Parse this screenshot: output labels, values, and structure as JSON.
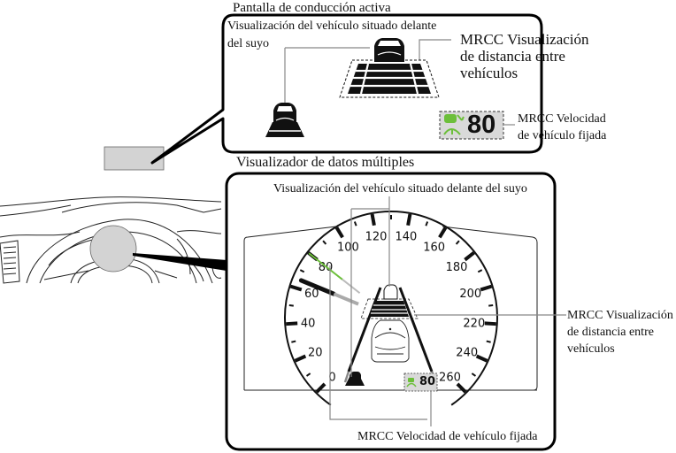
{
  "titles": {
    "active_driving_display": "Pantalla de conducción activa",
    "multi_information_display": "Visualizador de datos múltiples"
  },
  "hud_panel": {
    "vehicle_ahead_label_line1": "Visualización del vehículo situado delante",
    "vehicle_ahead_label_line2": "del suyo",
    "distance_label_line1": "MRCC Visualización",
    "distance_label_line2": "de distancia entre",
    "distance_label_line3": "vehículos",
    "set_speed_label_line1": "MRCC Velocidad",
    "set_speed_label_line2": "de vehículo fijada",
    "set_speed_value": "80",
    "set_speed_icon": "mrcc-radar-cruise-icon"
  },
  "meter_panel": {
    "vehicle_ahead_label": "Visualización del vehículo situado delante del suyo",
    "distance_label_line1": "MRCC Visualización",
    "distance_label_line2": "de distancia entre",
    "distance_label_line3": "vehículos",
    "set_speed_label": "MRCC Velocidad de vehículo fijada",
    "set_speed_value": "80",
    "speedometer_ticks": [
      "0",
      "20",
      "40",
      "60",
      "80",
      "100",
      "120",
      "140",
      "160",
      "180",
      "200",
      "220",
      "240",
      "260"
    ],
    "needle_value_kmh": 65,
    "set_speed_marker_kmh": 80
  },
  "colors": {
    "accent_green": "#6cbf3a",
    "badge_gray": "#d9d9d9",
    "callout_gray": "#d3d3d3",
    "leader_line": "#888888"
  }
}
